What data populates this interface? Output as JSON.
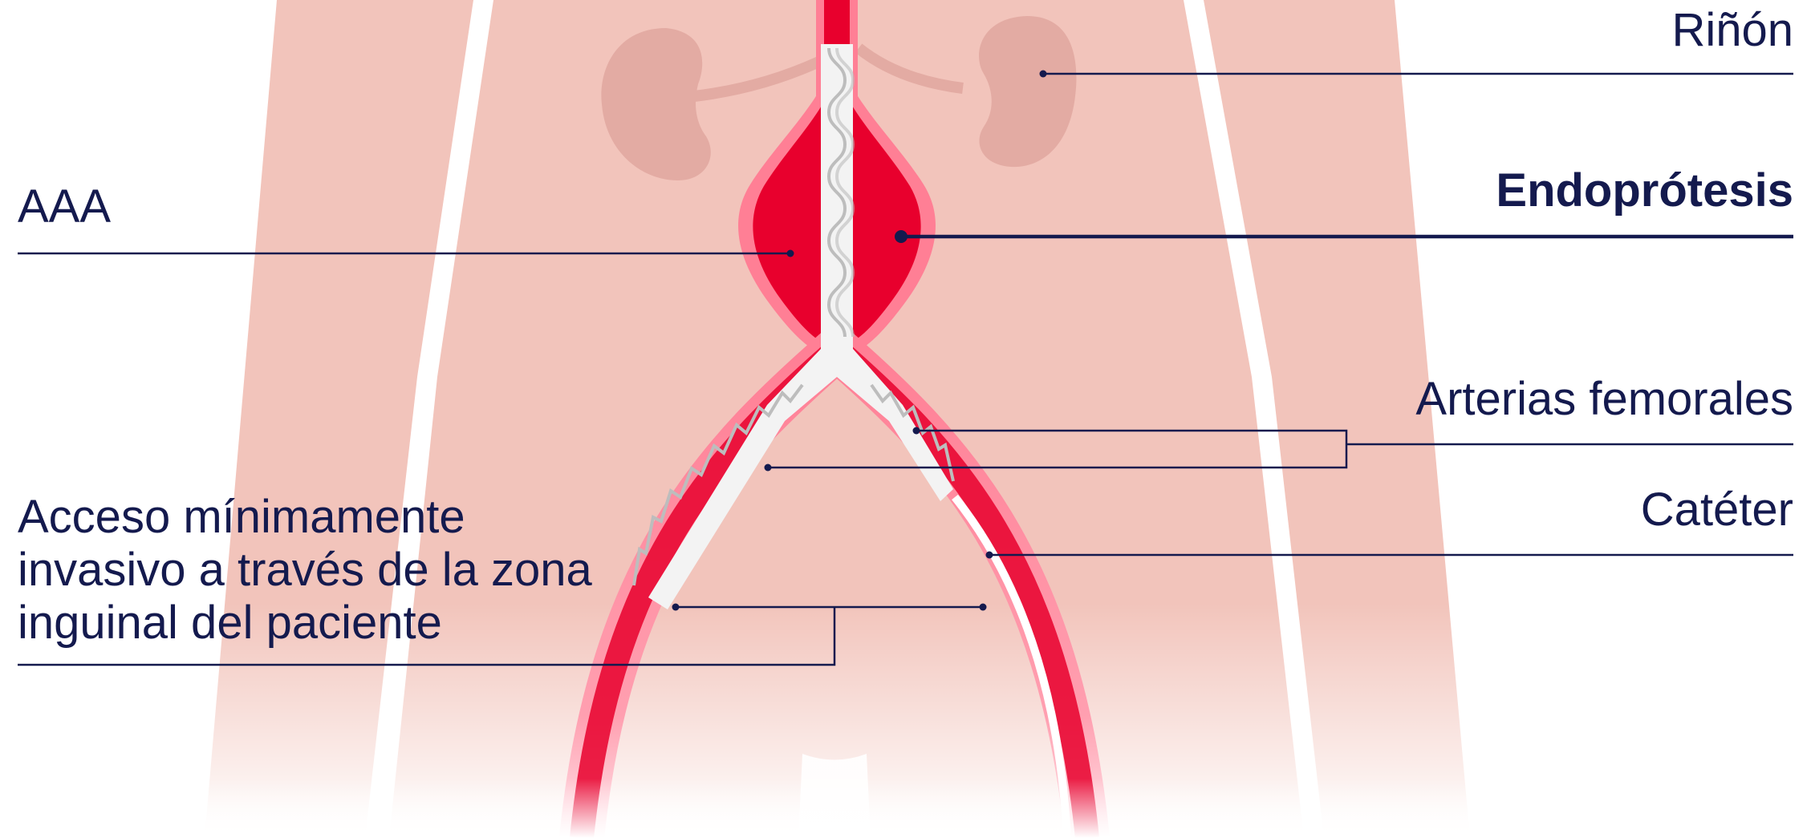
{
  "labels": {
    "kidney": "Riñón",
    "endograft": "Endoprótesis",
    "aaa": "AAA",
    "femoral_arteries": "Arterias femorales",
    "catheter": "Catéter",
    "access_line1": "Acceso mínimamente",
    "access_line2": "invasivo a través de la zona",
    "access_line3": "inguinal del paciente"
  },
  "colors": {
    "skin": "#f2c4bb",
    "kidney": "#e3aba3",
    "artery_outer": "#ff7f95",
    "blood": "#e8002d",
    "stent_fill": "#f3f3f3",
    "stent_wire": "#bdbdbd",
    "label_line": "#141a4e",
    "background": "#ffffff"
  }
}
